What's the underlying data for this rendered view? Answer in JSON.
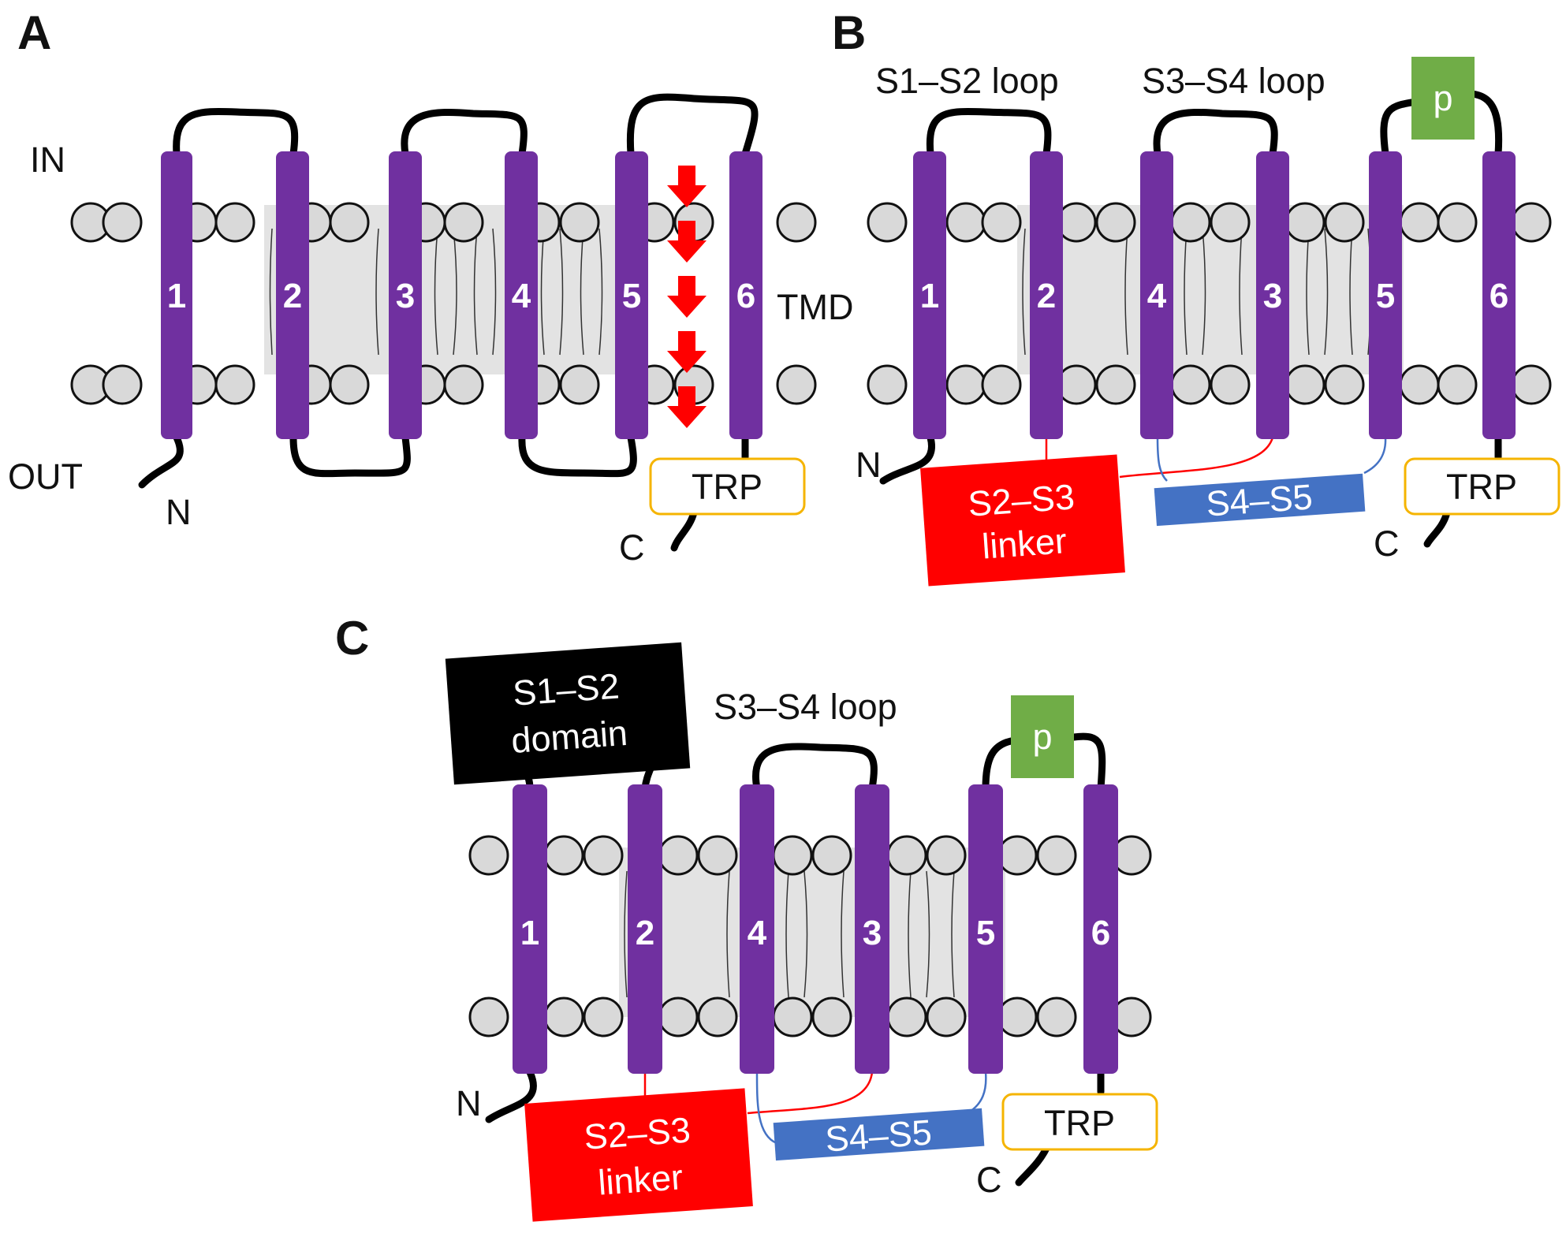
{
  "colors": {
    "helix": "#7030a0",
    "lipid_head": "#d9d9d9",
    "lipid_fill": "#e3e3e3",
    "loop": "#000000",
    "arrow": "#ff0000",
    "s2s3_linker": "#ff0000",
    "s4s5": "#4472c4",
    "trp_border": "#f5b400",
    "phospho": "#70ad47",
    "s1s2_domain": "#000000"
  },
  "icons": [
    "red-down-arrow-icon"
  ],
  "panels": {
    "A": {
      "letter": "A",
      "helices": [
        "1",
        "2",
        "3",
        "4",
        "5",
        "6"
      ],
      "in_label": "IN",
      "out_label": "OUT",
      "tmd_label": "TMD",
      "n_label": "N",
      "c_label": "C",
      "trp_label": "TRP"
    },
    "B": {
      "letter": "B",
      "helices": [
        "1",
        "2",
        "4",
        "3",
        "5",
        "6"
      ],
      "s1s2_loop": "S1–S2 loop",
      "s3s4_loop": "S3–S4 loop",
      "p_label": "p",
      "n_label": "N",
      "c_label": "C",
      "trp_label": "TRP",
      "linker_line1": "S2–S3",
      "linker_line2": "linker",
      "s4s5_label": "S4–S5"
    },
    "C": {
      "letter": "C",
      "helices": [
        "1",
        "2",
        "4",
        "3",
        "5",
        "6"
      ],
      "s1s2_domain_line1": "S1–S2",
      "s1s2_domain_line2": "domain",
      "s3s4_loop": "S3–S4 loop",
      "p_label": "p",
      "n_label": "N",
      "c_label": "C",
      "trp_label": "TRP",
      "linker_line1": "S2–S3",
      "linker_line2": "linker",
      "s4s5_label": "S4–S5"
    }
  }
}
